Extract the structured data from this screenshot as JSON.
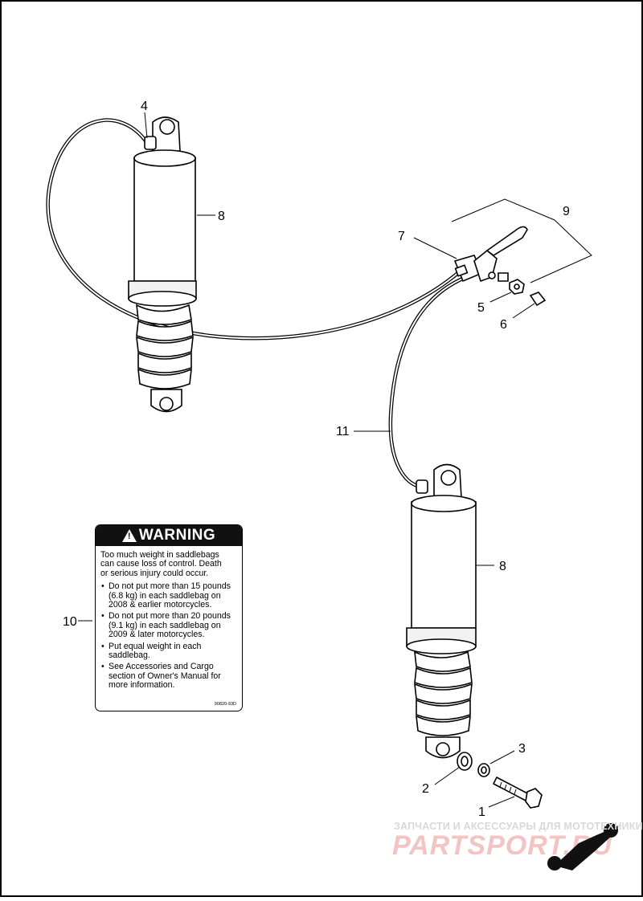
{
  "diagram": {
    "callouts": {
      "c1": "1",
      "c2": "2",
      "c3": "3",
      "c4": "4",
      "c5": "5",
      "c6": "6",
      "c7": "7",
      "c8_top": "8",
      "c8_bottom": "8",
      "c9": "9",
      "c10": "10",
      "c11": "11"
    }
  },
  "warning_label": {
    "header": "WARNING",
    "intro": "Too much weight in saddlebags\ncan cause loss of control.  Death\nor serious injury could occur.",
    "items": [
      "Do not put more than 15 pounds\n(6.8 kg) in each saddlebag on\n2008 & earlier motorcycles.",
      "Do not put more than 20 pounds\n(9.1 kg) in each saddlebag on\n2009 & later motorcycles.",
      "Put equal weight in each\nsaddlebag.",
      "See Accessories and Cargo\nsection of Owner's Manual for\nmore information."
    ],
    "code": "90820-93D"
  },
  "watermark": {
    "tagline": "ЗАПЧАСТИ И АКСЕССУАРЫ ДЛЯ МОТОТЕХНИКИ",
    "logo_text": "PARTSPORT.RU",
    "logo_color": "#f2c4c4"
  }
}
